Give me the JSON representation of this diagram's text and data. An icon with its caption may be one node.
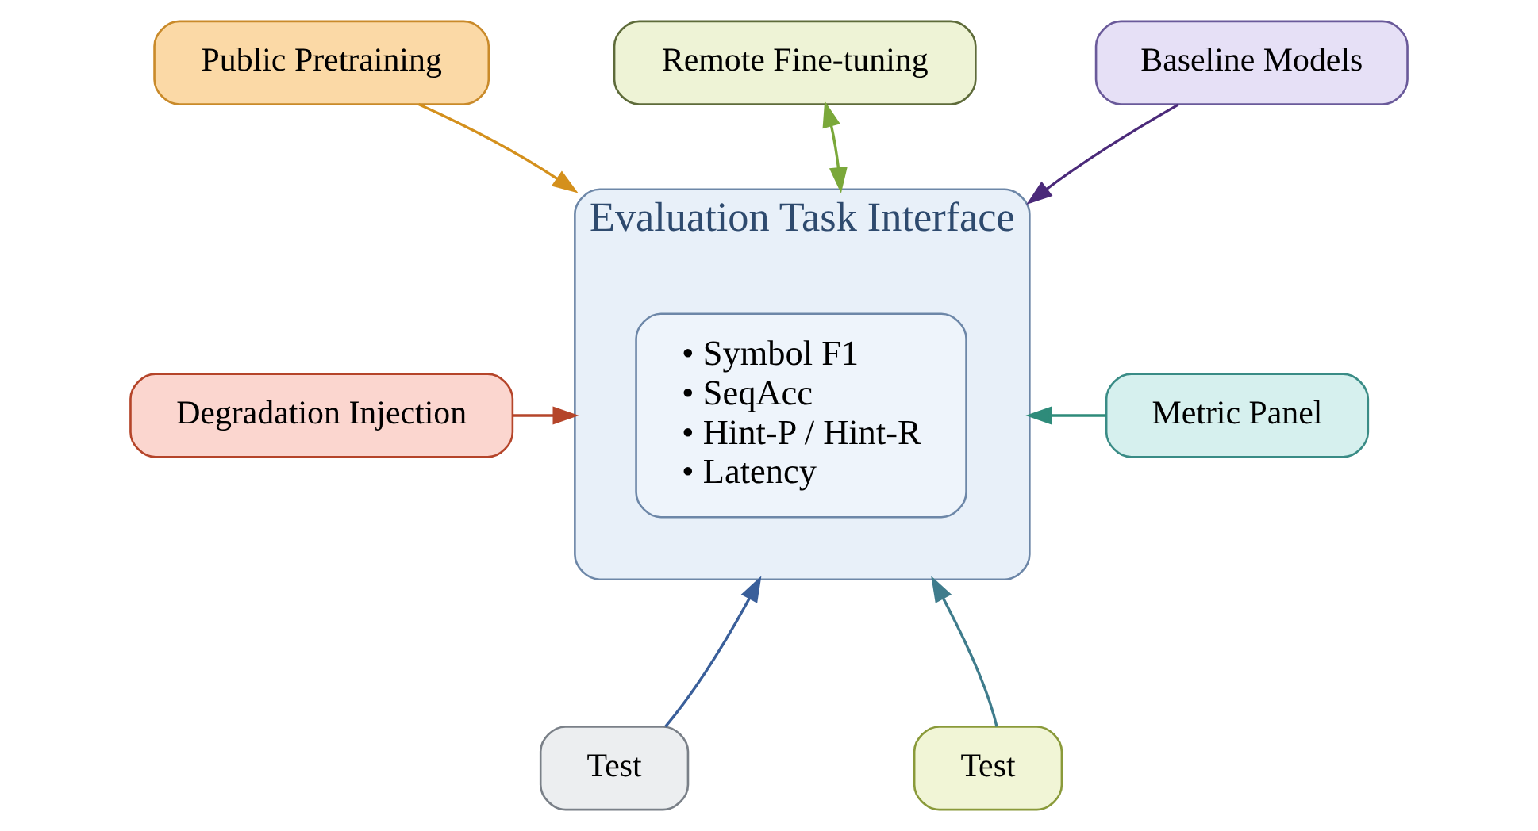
{
  "diagram": {
    "nodes": [
      {
        "text": [
          "Public Pretraining"
        ]
      },
      {
        "text": [
          "Remote Fine-tuning"
        ]
      },
      {
        "text": [
          "Baseline Models"
        ]
      },
      {
        "text": [
          "Evaluation Task Interface"
        ]
      },
      {
        "text": [
          "• Symbol F1",
          "• SeqAcc",
          "• Hint-P / Hint-R",
          "• Latency"
        ],
        "in": 3
      },
      {
        "text": [
          "Degradation Injection"
        ]
      },
      {
        "text": [
          "Metric Panel"
        ]
      },
      {
        "text": [
          "Test"
        ]
      },
      {
        "text": [
          "Test"
        ]
      }
    ],
    "edges": [
      {
        "from": 0,
        "to": 3,
        "arrow": "to",
        "color": "#d4901c"
      },
      {
        "from": 1,
        "to": 3,
        "arrow": "both",
        "color": "#7aa83a"
      },
      {
        "from": 2,
        "to": 3,
        "arrow": "to",
        "color": "#4b2a7a"
      },
      {
        "from": 5,
        "to": 3,
        "arrow": "to",
        "color": "#b5452a"
      },
      {
        "from": 6,
        "to": 3,
        "arrow": "to",
        "color": "#2e8b7a"
      },
      {
        "from": 7,
        "to": 3,
        "arrow": "to",
        "color": "#3a5f9a"
      },
      {
        "from": 8,
        "to": 3,
        "arrow": "to",
        "color": "#3f7c8c"
      }
    ]
  }
}
